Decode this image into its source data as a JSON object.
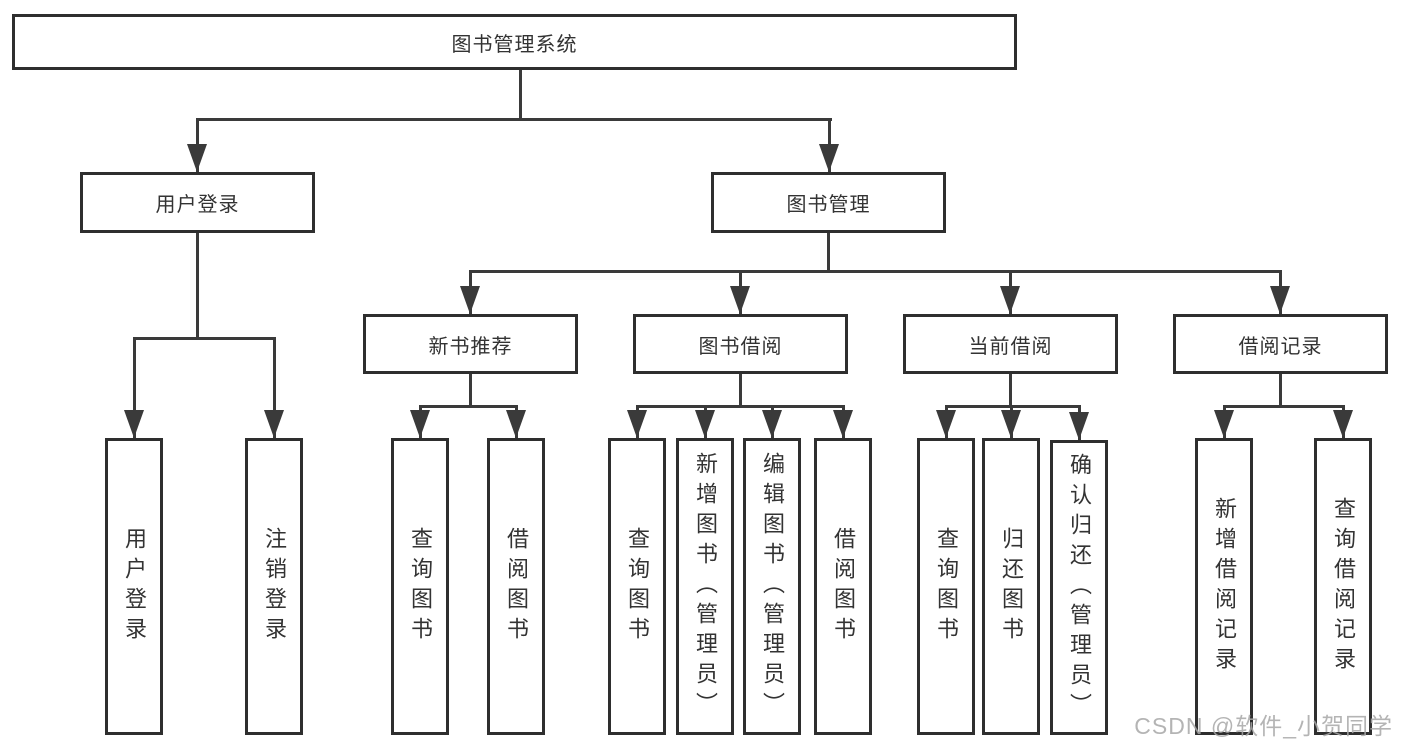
{
  "nodes": {
    "root": "图书管理系统",
    "user_login": "用户登录",
    "book_mgmt": "图书管理",
    "new_book_rec": "新书推荐",
    "book_borrow": "图书借阅",
    "current_borrow": "当前借阅",
    "borrow_records": "借阅记录",
    "leaf_user_login": "用户登录",
    "leaf_logout": "注销登录",
    "leaf_query_book_1": "查询图书",
    "leaf_borrow_book_1": "借阅图书",
    "leaf_query_book_2": "查询图书",
    "leaf_add_book": "新增图书（管理员）",
    "leaf_edit_book": "编辑图书（管理员）",
    "leaf_borrow_book_2": "借阅图书",
    "leaf_query_book_3": "查询图书",
    "leaf_return_book": "归还图书",
    "leaf_confirm_return": "确认归还（管理员）",
    "leaf_add_record": "新增借阅记录",
    "leaf_query_record": "查询借阅记录"
  },
  "watermark": {
    "text": "CSDN @软件_小贺同学",
    "color": "#a8a8a8"
  },
  "colors": {
    "background": "#ffffff",
    "box_border": "#2e2e2e",
    "connector_line": "#3a3a3a",
    "text": "#333333"
  }
}
